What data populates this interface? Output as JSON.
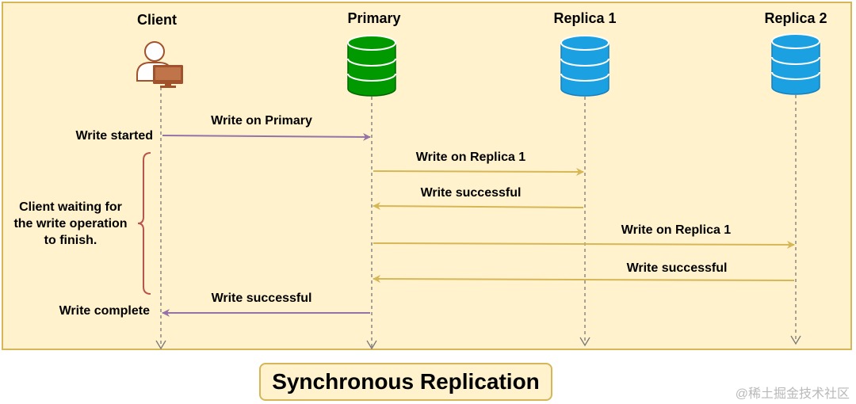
{
  "lanes": {
    "client": "Client",
    "primary": "Primary",
    "replica1": "Replica 1",
    "replica2": "Replica 2"
  },
  "messages": {
    "write_on_primary": "Write on Primary",
    "write_on_replica_1": "Write on Replica 1",
    "write_successful_r1": "Write successful",
    "write_on_replica_2": "Write on Replica 1",
    "write_successful_r2": "Write successful",
    "write_successful_client": "Write successful"
  },
  "events": {
    "write_started": "Write started",
    "write_complete": "Write complete"
  },
  "note": {
    "line1": "Client waiting for",
    "line2": "the write operation",
    "line3": "to finish."
  },
  "title": "Synchronous Replication",
  "watermark": "@稀土掘金技术社区",
  "colors": {
    "panel_fill": "#fff2cc",
    "panel_border": "#d6b656",
    "client_arrow": "#9673a6",
    "replica_arrow": "#d6b656",
    "primary_db": "#009900",
    "replica_db": "#1ba1e2",
    "client_icon": "#a0522d",
    "brace": "#b85450"
  }
}
